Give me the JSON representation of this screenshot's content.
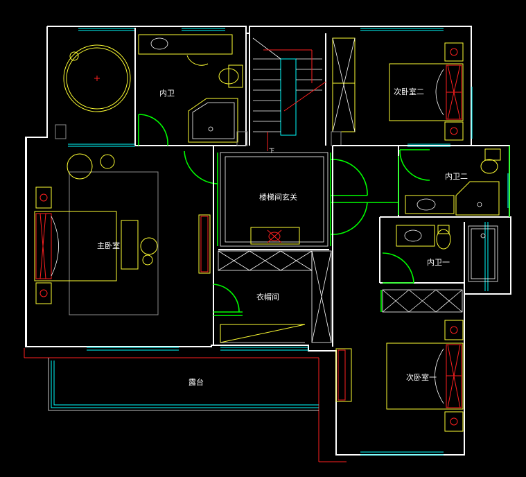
{
  "rooms": {
    "master_bath": "内卫",
    "master_bedroom": "主卧室",
    "stair_hall": "楼梯间玄关",
    "walk_in_closet": "衣帽间",
    "second_bedroom": "次卧室二",
    "bath_two": "内卫二",
    "bath_one": "内卫一",
    "first_bedroom": "次卧室一",
    "balcony": "露台"
  },
  "annotations": {
    "stair_down": "下"
  },
  "colors": {
    "background": "#000000",
    "wall": "#ffffff",
    "furniture": "#ffff33",
    "door_swing": "#00ff00",
    "window": "#00ffff",
    "accent": "#ff2020",
    "rug": "#8c8c8c"
  }
}
